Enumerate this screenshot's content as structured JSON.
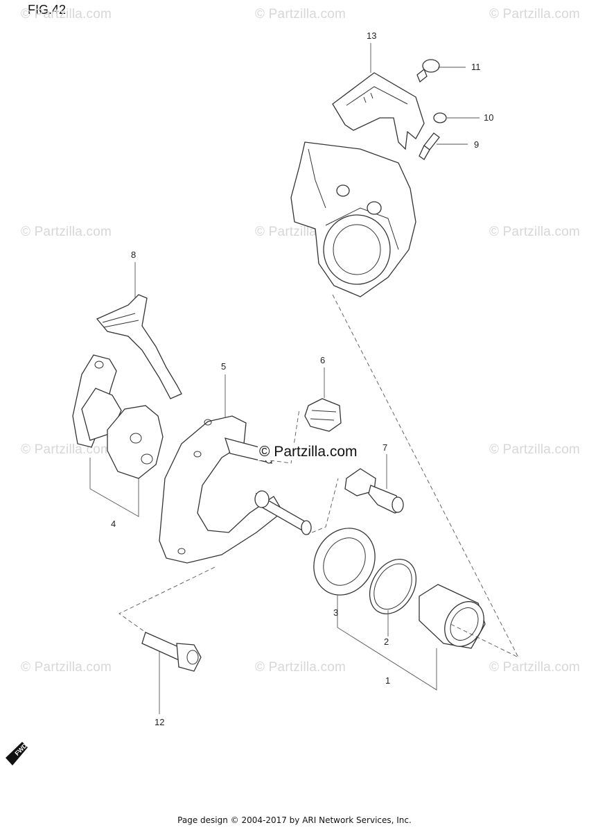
{
  "figure": {
    "title": "FIG.42"
  },
  "watermark": {
    "text": "© Partzilla.com",
    "center_text": "© Partzilla.com"
  },
  "callouts": {
    "p1": "1",
    "p2": "2",
    "p3": "3",
    "p4": "4",
    "p5": "5",
    "p6": "6",
    "p7": "7",
    "p8": "8",
    "p9": "9",
    "p10": "10",
    "p11": "11",
    "p12": "12",
    "p13": "13"
  },
  "fwd": {
    "label": "FWD"
  },
  "footer": {
    "text": "Page design © 2004-2017 by ARI Network Services, Inc."
  }
}
